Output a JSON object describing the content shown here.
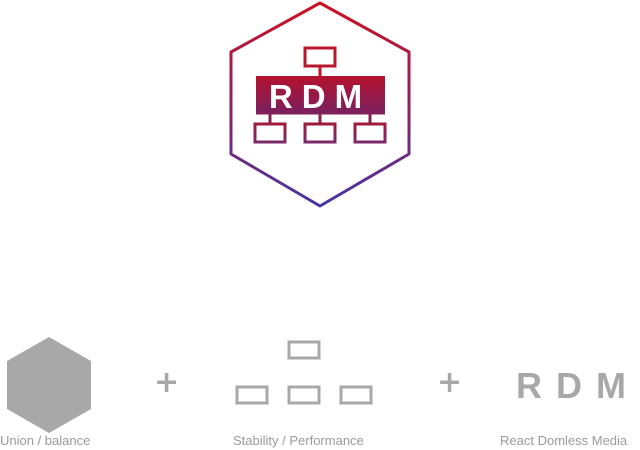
{
  "logo": {
    "text": "RDM",
    "gradient_top": "#cc1122",
    "gradient_bottom": "#4a34a0",
    "box_fill_top": "#b5122e",
    "box_fill_bottom": "#7a2060"
  },
  "components": [
    {
      "icon": "hexagon-icon",
      "caption": "Union / balance"
    },
    {
      "icon": "hierarchy-icon",
      "caption": "Stability / Performance"
    },
    {
      "icon": "rdm-wordmark",
      "wordmark": "RDM",
      "caption": "React Domless Media"
    }
  ],
  "operators": [
    "+",
    "+"
  ],
  "colors": {
    "component_gray": "#a8a8a8",
    "caption_gray": "#9a9a9a"
  }
}
